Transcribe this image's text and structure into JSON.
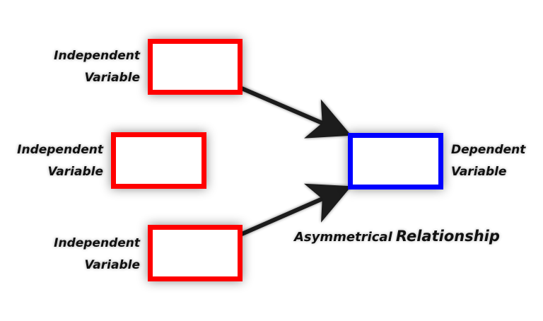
{
  "independent_variables": [
    {
      "line1": "Independent",
      "line2": "Variable"
    },
    {
      "line1": "Independent",
      "line2": "Variable"
    },
    {
      "line1": "Independent",
      "line2": "Variable"
    }
  ],
  "dependent_variable": {
    "line1": "Dependent",
    "line2": "Variable"
  },
  "relationship": {
    "word1": "Asymmetrical",
    "word2": "Relationship"
  },
  "colors": {
    "independent_box_border": "#ff0000",
    "dependent_box_border": "#0000ff",
    "arrow": "#1a1a1a",
    "text": "#111111"
  }
}
